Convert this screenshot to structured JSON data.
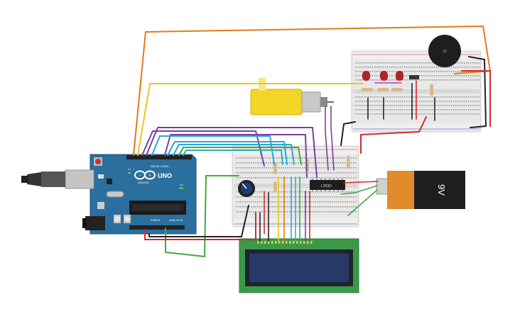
{
  "arduino": {
    "model": "UNO",
    "brand": "ARDUINO",
    "digital_header": "DIGITAL (PWM~)",
    "power_header": "POWER",
    "analog_header": "ANALOG IN",
    "tx_label": "TX",
    "rx_label": "RX",
    "on_label": "ON",
    "l_label": "L"
  },
  "driver_chip": {
    "label": "L293D"
  },
  "battery": {
    "label": "9V"
  },
  "colors": {
    "board_blue": "#2b6f9e",
    "breadboard": "#e6e6e6",
    "lcd_green": "#3a9a48",
    "lcd_screen": "#283a6a",
    "motor_yellow": "#f3d427",
    "battery_orange": "#e08b2c",
    "wire_orange": "#e27b16",
    "wire_yellow": "#f0c419",
    "wire_purple": "#7b3fa0",
    "wire_blue": "#27a7d8",
    "wire_green": "#3faa3f",
    "wire_red": "#d8282d",
    "wire_black": "#222222",
    "wire_teal": "#2db5a8"
  },
  "icons": [
    "arduino-logo-icon",
    "usb-connector-icon",
    "dc-jack-icon",
    "buzzer-icon",
    "potentiometer-icon"
  ]
}
